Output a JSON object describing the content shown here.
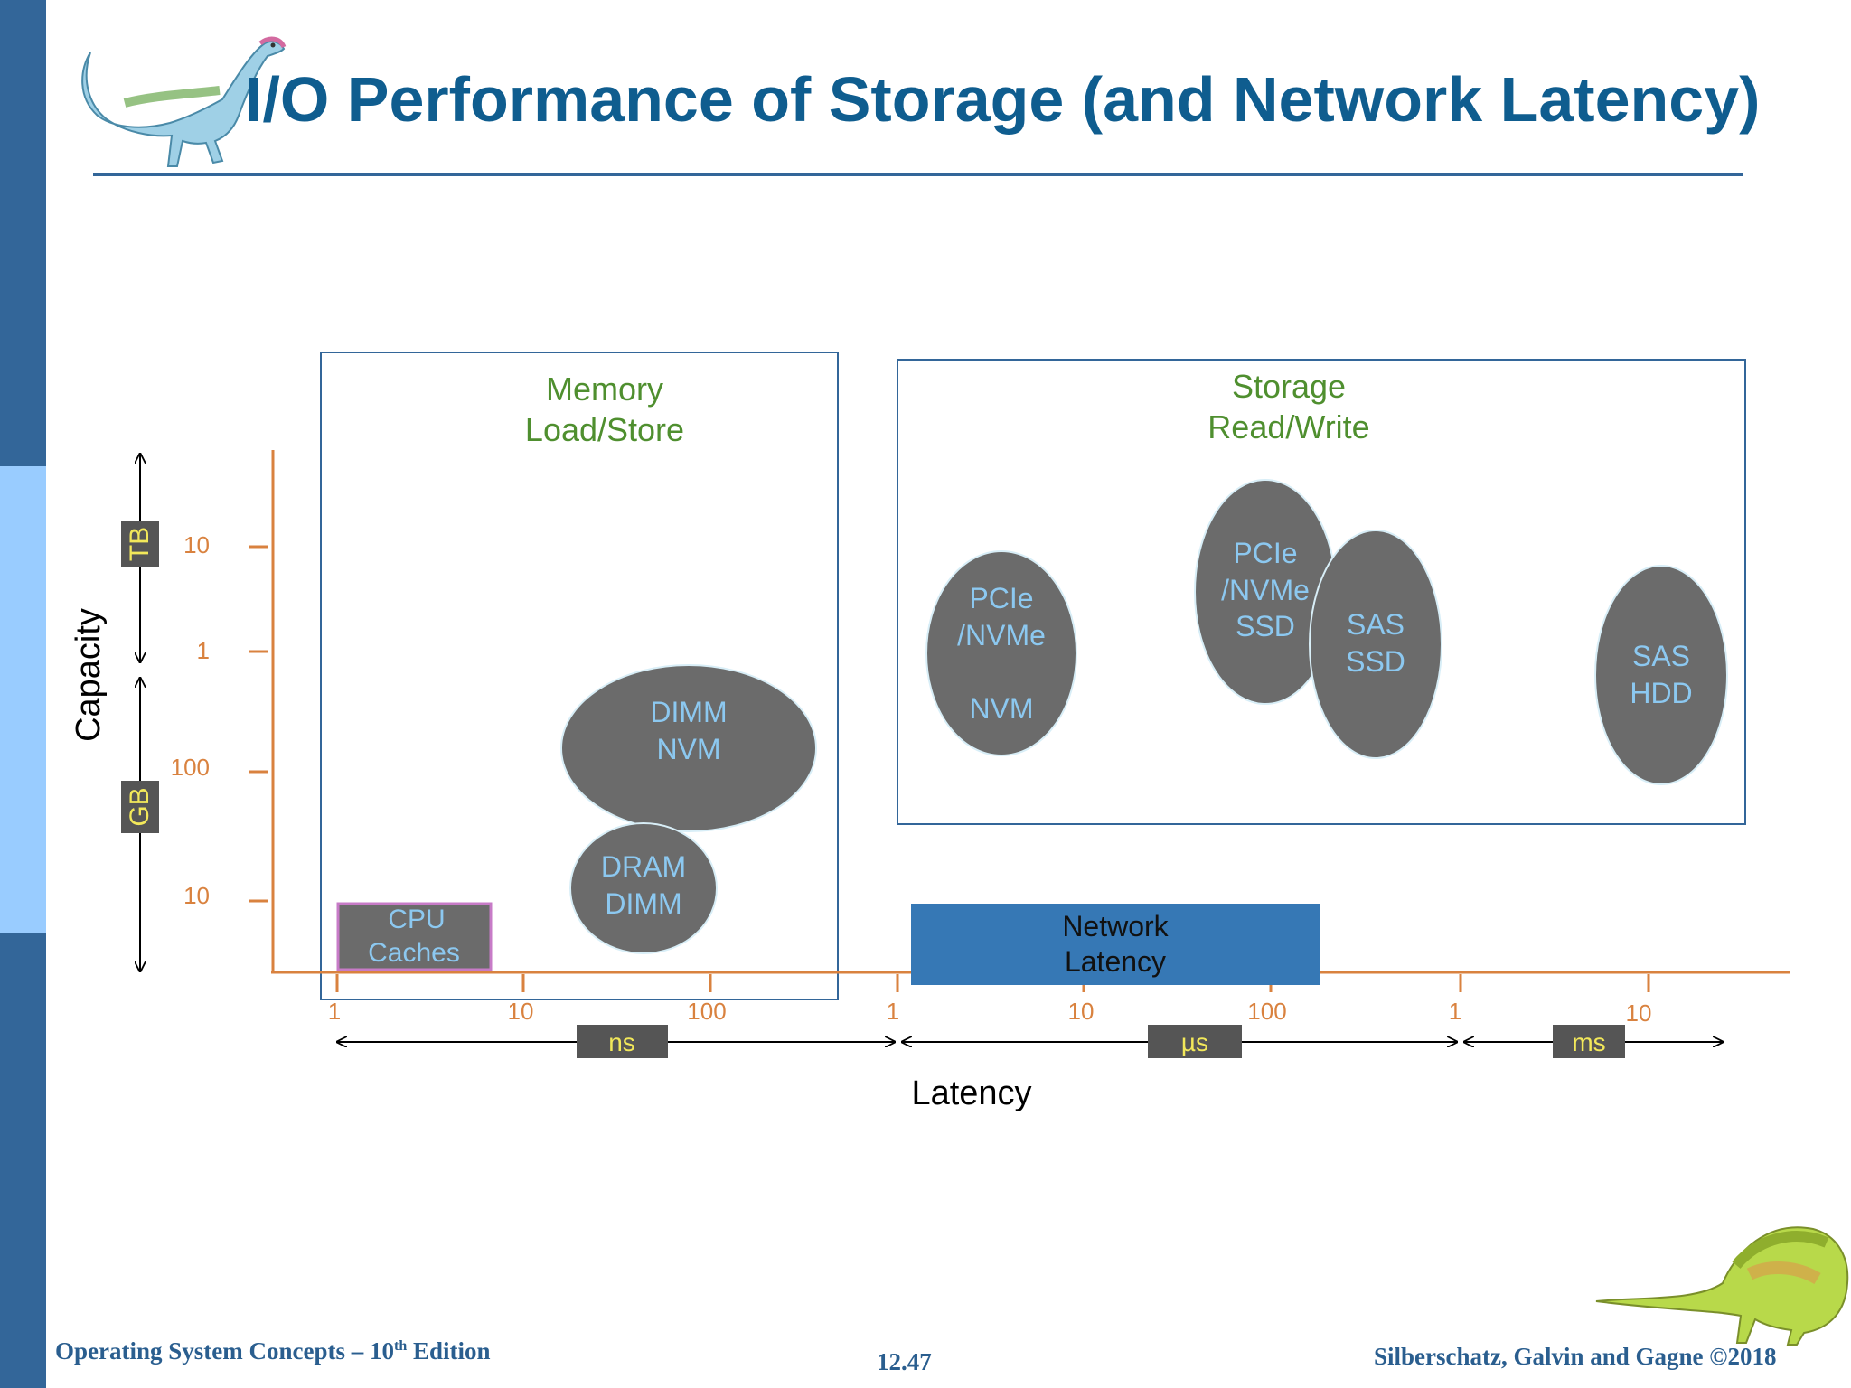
{
  "slide": {
    "title": "I/O Performance of Storage (and Network Latency)",
    "footer_left_pre": "Operating System Concepts – 10",
    "footer_left_sup": "th",
    "footer_left_post": " Edition",
    "footer_center": "12.47",
    "footer_right": "Silberschatz, Galvin and Gagne ©2018"
  },
  "colors": {
    "accent": "#336699",
    "title": "#0f5d8f",
    "axis": "#d9823f",
    "region_label": "#4f8f2f",
    "blob": "#6b6b6b",
    "blob_text": "#8cc8f0",
    "unit_box": "#555555",
    "unit_text": "#f2e85a",
    "cpu_border": "#c77bc7",
    "network_fill": "#3678b5"
  },
  "diagram": {
    "y_axis_label": "Capacity",
    "x_axis_label": "Latency",
    "y_ticks": [
      "10",
      "1",
      "100",
      "10"
    ],
    "x_ticks": [
      "1",
      "10",
      "100",
      "1",
      "10",
      "100",
      "1",
      "10"
    ],
    "y_units": [
      "TB",
      "GB"
    ],
    "x_units": [
      "ns",
      "µs",
      "ms"
    ],
    "regions": {
      "memory": [
        "Memory",
        "Load/Store"
      ],
      "storage": [
        "Storage",
        "Read/Write"
      ]
    },
    "devices": {
      "cpu_caches": [
        "CPU",
        "Caches"
      ],
      "dram_dimm": [
        "DRAM",
        "DIMM"
      ],
      "dimm_nvm": [
        "DIMM",
        "NVM"
      ],
      "pcie_nvm": [
        "PCIe",
        "/NVMe",
        "NVM"
      ],
      "pcie_ssd": [
        "PCIe",
        "/NVMe",
        "SSD"
      ],
      "sas_ssd": [
        "SAS",
        "SSD"
      ],
      "sas_hdd": [
        "SAS",
        "HDD"
      ],
      "network": [
        "Network",
        "Latency"
      ]
    }
  }
}
